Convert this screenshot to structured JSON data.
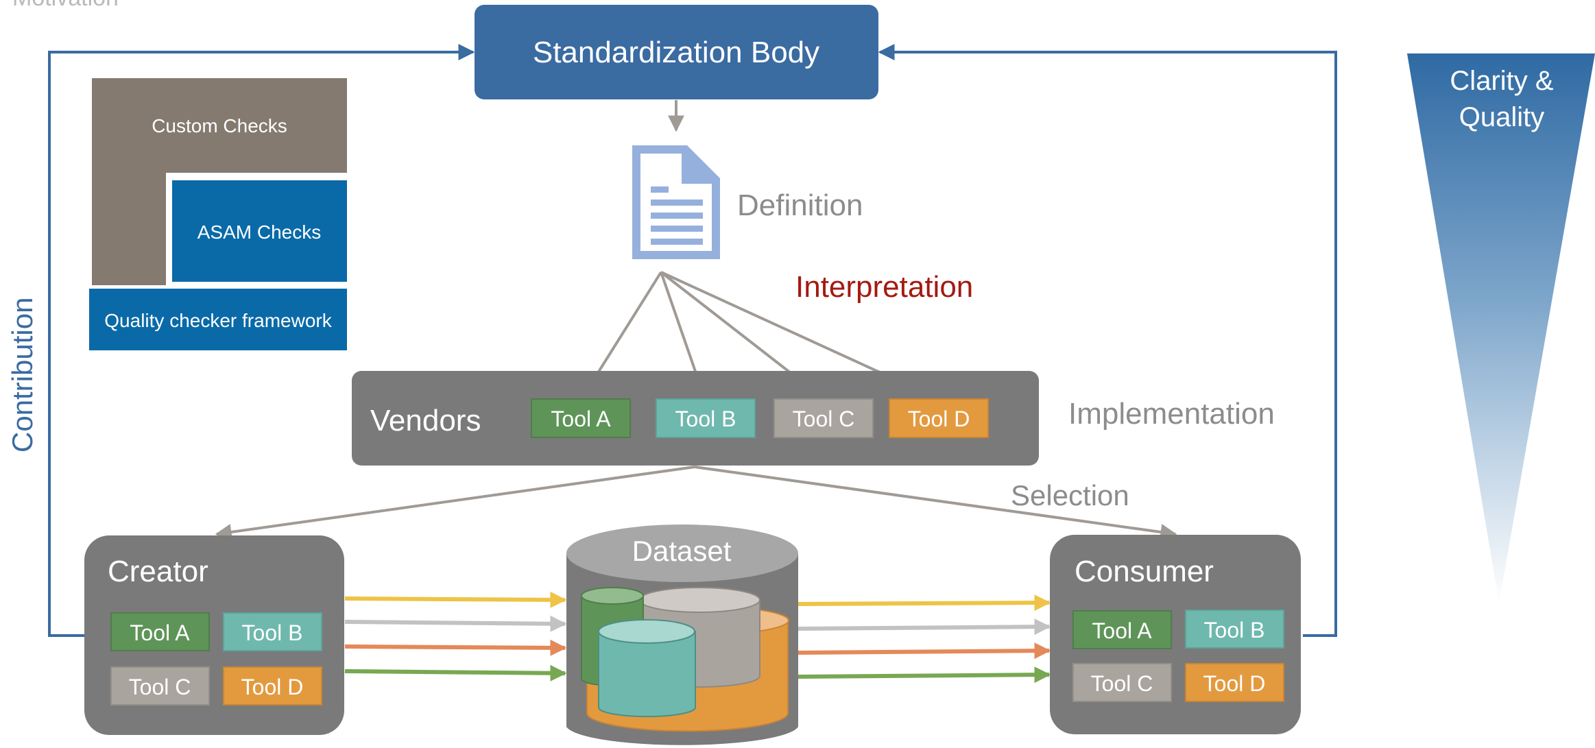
{
  "slide": {
    "heading": "Motivation"
  },
  "standardization_body": {
    "label": "Standardization Body"
  },
  "definition": {
    "label": "Definition",
    "icon": "document-icon"
  },
  "interpretation": {
    "label": "Interpretation",
    "color": "#a31a12"
  },
  "implementation": {
    "label": "Implementation"
  },
  "selection": {
    "label": "Selection"
  },
  "contribution": {
    "label": "Contribution"
  },
  "clarity": {
    "line1": "Clarity &",
    "line2": "Quality"
  },
  "checks": {
    "custom": "Custom Checks",
    "asam": "ASAM Checks",
    "framework": "Quality checker framework"
  },
  "vendors": {
    "label": "Vendors",
    "tools": [
      "Tool A",
      "Tool B",
      "Tool C",
      "Tool D"
    ]
  },
  "creator": {
    "label": "Creator",
    "tools": [
      "Tool A",
      "Tool B",
      "Tool C",
      "Tool D"
    ]
  },
  "consumer": {
    "label": "Consumer",
    "tools": [
      "Tool A",
      "Tool B",
      "Tool C",
      "Tool D"
    ]
  },
  "dataset": {
    "label": "Dataset"
  },
  "colors": {
    "primary_blue": "#3a6ba1",
    "asam_blue": "#0a6aa8",
    "custom_brown": "#847a6f",
    "panel_gray": "#7a7a7a",
    "tool_a": "#5f9459",
    "tool_b": "#6fb8ad",
    "tool_c": "#aaa49f",
    "tool_d": "#e39a3f",
    "flow_yellow": "#eec347",
    "flow_gray": "#c2c2c2",
    "flow_orange": "#e4895a",
    "flow_green": "#78a852"
  }
}
